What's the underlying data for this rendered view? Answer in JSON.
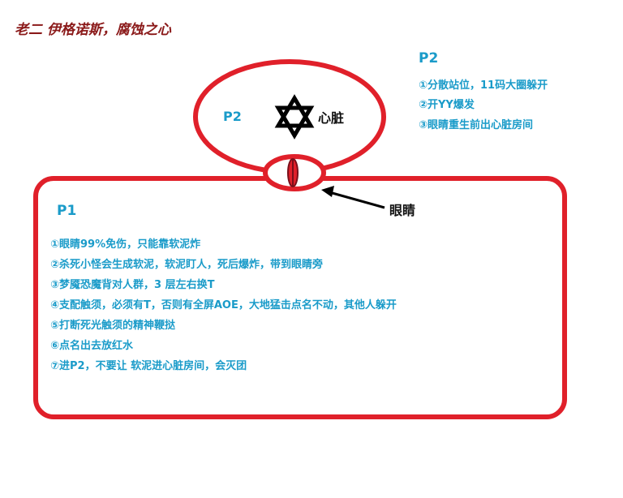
{
  "title": "老二 伊格诺斯，腐蚀之心",
  "phase2_notes": {
    "heading": "P2",
    "items": [
      "①分散站位，11码大圈躲开",
      "②开YY爆发",
      "③眼睛重生前出心脏房间"
    ]
  },
  "room_p2": {
    "label": "P2",
    "heart_label": "心脏"
  },
  "eye_label": "眼睛",
  "room_p1": {
    "heading": "P1",
    "items": [
      "①眼睛99%免伤，只能靠软泥炸",
      "②杀死小怪会生成软泥，软泥盯人，死后爆炸，带到眼睛旁",
      "③梦魇恐魔背对人群，3 层左右换T",
      "④支配触须，必须有T，否则有全屏AOE，大地猛击点名不动，其他人躲开",
      "⑤打断死光触须的精神鞭挞",
      "⑥点名出去放红水",
      "⑦进P2，不要让 软泥进心脏房间，会灭团"
    ]
  },
  "colors": {
    "outline": "#e0202a",
    "eye_inner": "#7a0f1a",
    "heading": "#1a9bc9",
    "title": "#8b1a1a",
    "label": "#111111"
  },
  "icons": {
    "heart": "star-of-david-icon",
    "arrow": "arrow-left-icon"
  }
}
